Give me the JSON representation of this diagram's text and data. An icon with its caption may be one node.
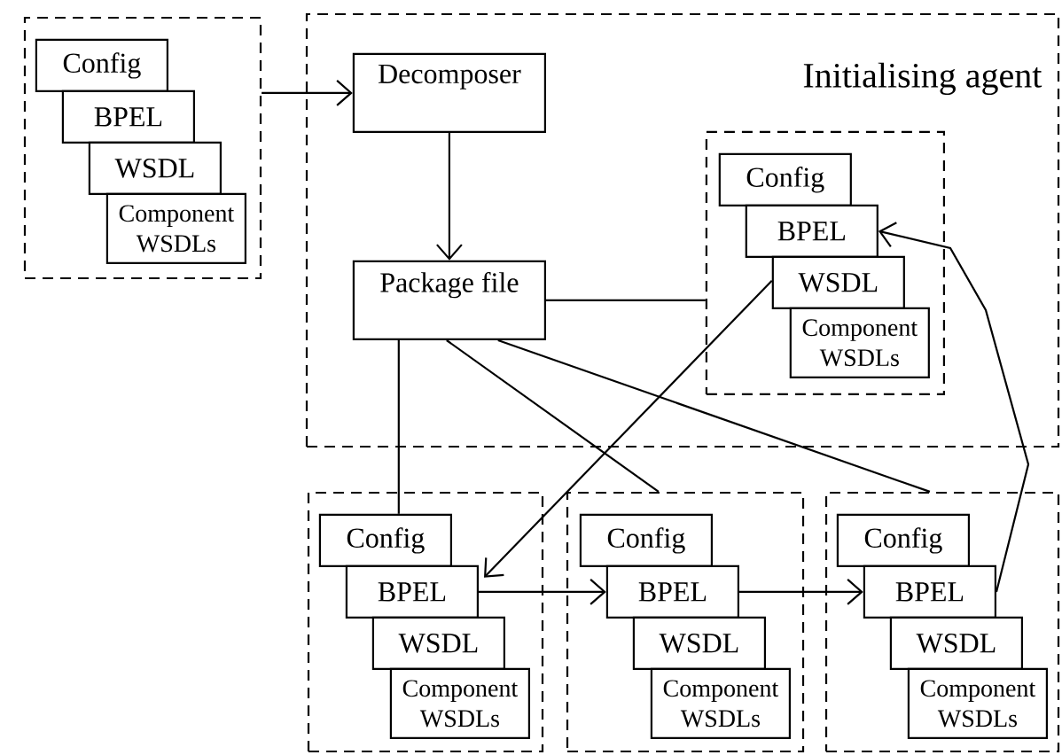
{
  "diagram": {
    "nodes": [
      {
        "text": [],
        "shape": "box"
      },
      {
        "text": [
          "Config"
        ],
        "in": 0
      },
      {
        "text": [
          "BPEL"
        ],
        "in": 0
      },
      {
        "text": [
          "WSDL"
        ],
        "in": 0
      },
      {
        "text": [
          "Component WSDLs"
        ],
        "in": 0
      },
      {
        "text": [
          "Initialising agent"
        ]
      },
      {
        "text": [
          "Decomposer"
        ],
        "in": 5
      },
      {
        "text": [
          "Package file"
        ],
        "in": 5
      },
      {
        "text": [],
        "shape": "box",
        "in": 5
      },
      {
        "text": [
          "Config"
        ],
        "in": 8
      },
      {
        "text": [
          "BPEL"
        ],
        "in": 8
      },
      {
        "text": [
          "WSDL"
        ],
        "in": 8
      },
      {
        "text": [
          "Component WSDLs"
        ],
        "in": 8
      },
      {
        "text": [],
        "shape": "box"
      },
      {
        "text": [
          "Config"
        ],
        "in": 13
      },
      {
        "text": [
          "BPEL"
        ],
        "in": 13
      },
      {
        "text": [
          "WSDL"
        ],
        "in": 13
      },
      {
        "text": [
          "Component WSDLs"
        ],
        "in": 13
      },
      {
        "text": [],
        "shape": "box"
      },
      {
        "text": [
          "Config"
        ],
        "in": 18
      },
      {
        "text": [
          "BPEL"
        ],
        "in": 18
      },
      {
        "text": [
          "WSDL"
        ],
        "in": 18
      },
      {
        "text": [
          "Component WSDLs"
        ],
        "in": 18
      },
      {
        "text": [],
        "shape": "box"
      },
      {
        "text": [
          "Config"
        ],
        "in": 23
      },
      {
        "text": [
          "BPEL"
        ],
        "in": 23
      },
      {
        "text": [
          "WSDL"
        ],
        "in": 23
      },
      {
        "text": [
          "Component WSDLs"
        ],
        "in": 23
      }
    ],
    "edges": [
      {
        "from": 0,
        "to": 6,
        "arrow": "to"
      },
      {
        "from": 6,
        "to": 7,
        "arrow": "to"
      },
      {
        "from": 7,
        "to": 8,
        "arrow": "none"
      },
      {
        "from": 7,
        "to": 14,
        "arrow": "none"
      },
      {
        "from": 7,
        "to": 18,
        "arrow": "none"
      },
      {
        "from": 7,
        "to": 23,
        "arrow": "none"
      },
      {
        "from": 11,
        "to": 15,
        "arrow": "to"
      },
      {
        "from": 15,
        "to": 20,
        "arrow": "to"
      },
      {
        "from": 20,
        "to": 25,
        "arrow": "to"
      },
      {
        "from": 25,
        "to": 10,
        "arrow": "to"
      }
    ]
  }
}
